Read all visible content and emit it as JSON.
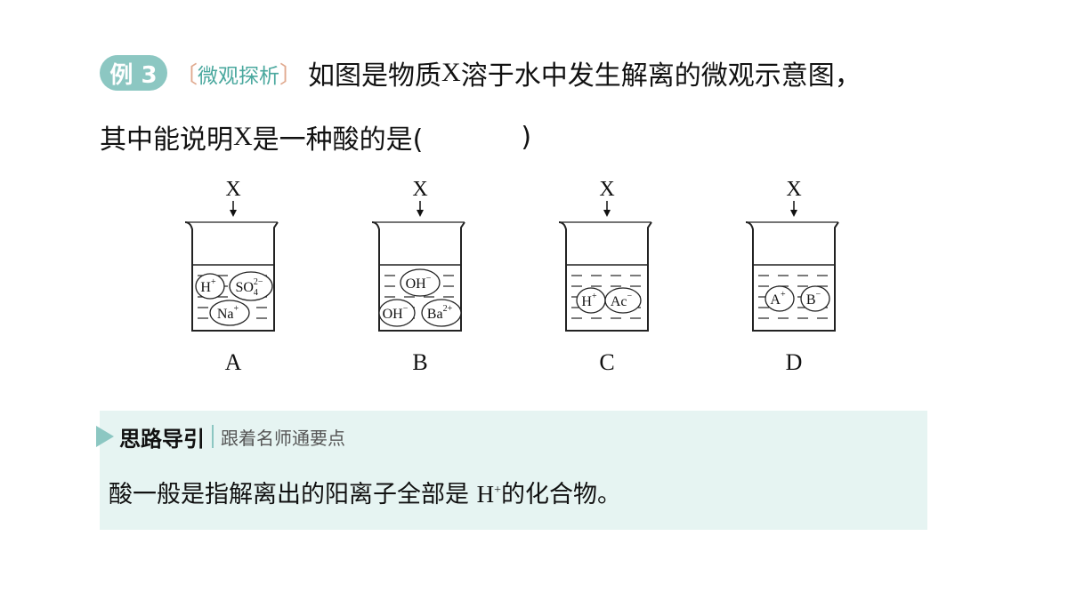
{
  "question": {
    "badge": "例 3",
    "tag_open": "〔",
    "tag": "微观探析",
    "tag_close": "〕",
    "line1_pre": "如图是物质 ",
    "line1_x": "X",
    "line1_post": " 溶于水中发生解离的微观示意图，",
    "line2_pre": "其中能说明 ",
    "line2_x": "X",
    "line2_post": " 是一种酸的是(",
    "line2_end": ")"
  },
  "beakers": [
    {
      "label": "A",
      "top": "X",
      "ions": [
        {
          "base": "H",
          "charge": "+"
        },
        {
          "base": "SO",
          "sub": "4",
          "charge": "2−"
        },
        {
          "base": "Na",
          "charge": "+"
        }
      ]
    },
    {
      "label": "B",
      "top": "X",
      "ions": [
        {
          "base": "OH",
          "charge": "−"
        },
        {
          "base": "OH",
          "charge": "−"
        },
        {
          "base": "Ba",
          "charge": "2+"
        }
      ]
    },
    {
      "label": "C",
      "top": "X",
      "ions": [
        {
          "base": "H",
          "charge": "+"
        },
        {
          "base": "Ac",
          "charge": "−"
        }
      ]
    },
    {
      "label": "D",
      "top": "X",
      "ions": [
        {
          "base": "A",
          "charge": "+"
        },
        {
          "base": "B",
          "charge": "−"
        }
      ]
    }
  ],
  "hint": {
    "title": "思路导引",
    "subtitle": "跟着名师通要点",
    "text_pre": "酸一般是指解离出的阳离子全部是 ",
    "text_h": "H",
    "text_charge": "+",
    "text_post": "的化合物。"
  },
  "colors": {
    "accent": "#8cc7c2",
    "hint_bg": "#e6f4f2",
    "tag": "#4aa89e"
  }
}
